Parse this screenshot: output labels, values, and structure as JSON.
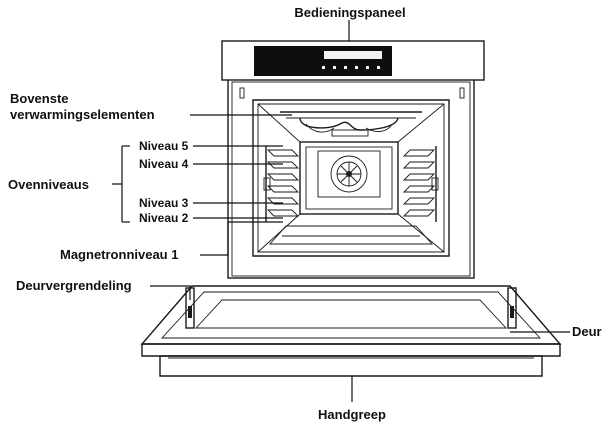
{
  "labels": {
    "control_panel": "Bedieningspaneel",
    "top_heating_line1": "Bovenste",
    "top_heating_line2": "verwarmingselementen",
    "oven_levels": "Ovenniveaus",
    "level_5": "Niveau 5",
    "level_4": "Niveau 4",
    "level_3": "Niveau 3",
    "level_2": "Niveau 2",
    "magnetron_level": "Magnetronniveau 1",
    "door_lock": "Deurvergrendeling",
    "door": "Deur",
    "handle": "Handgreep"
  },
  "colors": {
    "ink": "#111111",
    "panel": "#0e0e0e",
    "display": "#f2f2f2"
  }
}
